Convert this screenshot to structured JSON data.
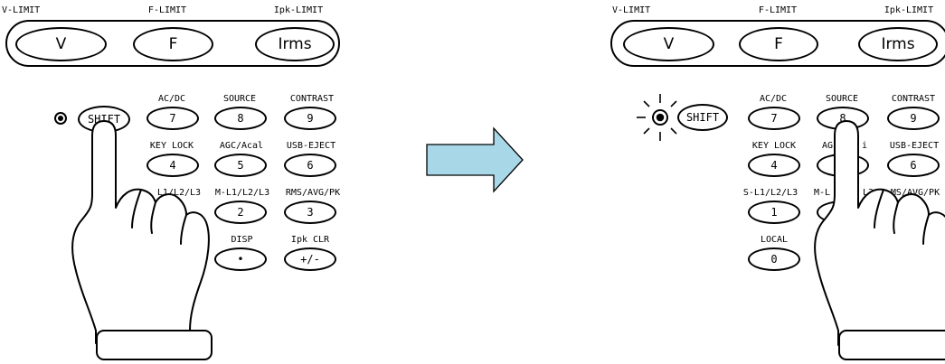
{
  "panels": {
    "left": {
      "top_labels": [
        "V-LIMIT",
        "F-LIMIT",
        "Ipk-LIMIT"
      ],
      "top_keys": [
        "V",
        "F",
        "Irms"
      ],
      "shift_label": "SHIFT",
      "keys": {
        "row1_labels": [
          "AC/DC",
          "SOURCE",
          "CONTRAST"
        ],
        "row1_keys": [
          "7",
          "8",
          "9"
        ],
        "row2_labels": [
          "KEY LOCK",
          "AGC/Acal",
          "USB-EJECT"
        ],
        "row2_keys": [
          "4",
          "5",
          "6"
        ],
        "row3_labels": [
          "L1/L2/L3",
          "M-L1/L2/L3",
          "RMS/AVG/PK"
        ],
        "row3_keys": [
          "2",
          "3"
        ],
        "row4_labels": [
          "DISP",
          "Ipk CLR"
        ],
        "row4_keys": [
          "•",
          "+/-"
        ]
      }
    },
    "right": {
      "top_labels": [
        "V-LIMIT",
        "F-LIMIT",
        "Ipk-LIMIT"
      ],
      "top_keys": [
        "V",
        "F",
        "Irms"
      ],
      "shift_label": "SHIFT",
      "keys": {
        "row1_labels": [
          "AC/DC",
          "SOURCE",
          "CONTRAST"
        ],
        "row1_keys": [
          "7",
          "8",
          "9"
        ],
        "row2_labels": [
          "KEY LOCK",
          "AG",
          "i",
          "USB-EJECT"
        ],
        "row2_keys": [
          "4",
          "6"
        ],
        "row3_labels": [
          "S-L1/L2/L3",
          "M-L",
          "L3",
          "MS/AVG/PK"
        ],
        "row3_keys": [
          "1"
        ],
        "row4_labels": [
          "LOCAL"
        ],
        "row4_keys": [
          "0"
        ]
      }
    }
  },
  "colors": {
    "arrow_fill": "#a8d8e8",
    "line": "#000000"
  },
  "icons": [
    "hand-pressing-icon",
    "indicator-lamp-icon",
    "lamp-lit-rays-icon",
    "right-arrow-icon"
  ]
}
